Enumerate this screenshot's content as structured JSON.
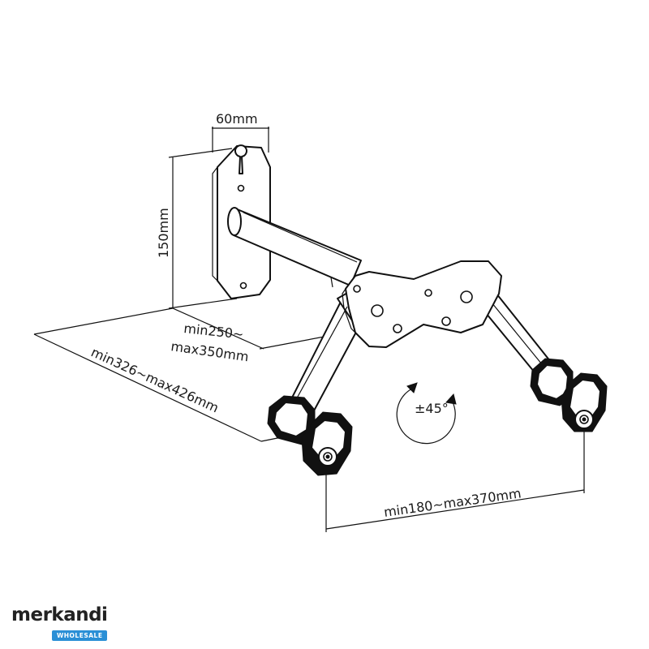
{
  "dimensions": {
    "plate_width": "60mm",
    "plate_height": "150mm",
    "arm_length_line1": "min250~",
    "arm_length_line2": "max350mm",
    "total_depth": "min326~max426mm",
    "cradle_spacing": "min180~max370mm",
    "rotation": "±45°"
  },
  "logo": {
    "name": "merkandi",
    "tagline": "WHOLESALE",
    "accent_color": "#2a8fd6"
  }
}
